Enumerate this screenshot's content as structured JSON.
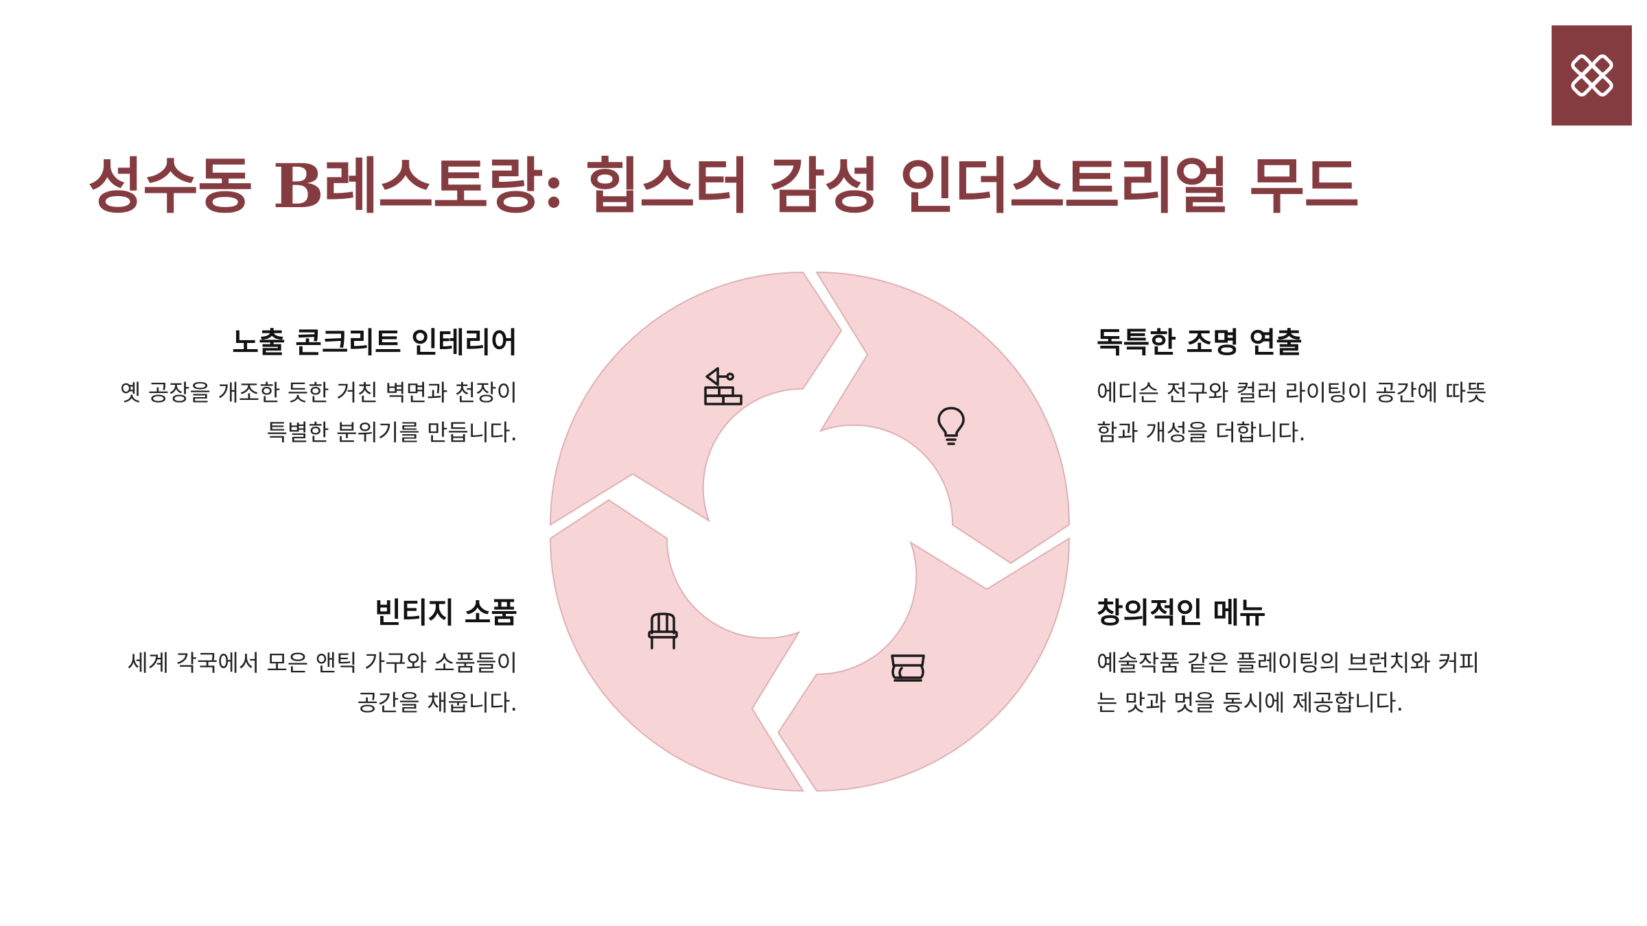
{
  "logo": {
    "icon": "knot-emblem-icon",
    "background": "#853c41"
  },
  "title": "성수동 B레스토랑: 힙스터 감성 인더스트리얼 무드",
  "colors": {
    "accent": "#853c41",
    "segment_fill": "#f7d4d6",
    "segment_stroke": "#dfb1b4"
  },
  "cycle": {
    "segments": [
      {
        "icon": "trowel-bricks-icon"
      },
      {
        "icon": "light-bulb-icon"
      },
      {
        "icon": "plated-dish-icon"
      },
      {
        "icon": "chair-icon"
      }
    ]
  },
  "features": {
    "top_left": {
      "heading": "노출 콘크리트 인테리어",
      "lines": [
        "옛 공장을 개조한 듯한 거친 벽면과 천장이",
        "특별한 분위기를 만듭니다."
      ]
    },
    "top_right": {
      "heading": "독특한 조명 연출",
      "lines": [
        "에디슨 전구와 컬러 라이팅이 공간에 따뜻",
        "함과 개성을 더합니다."
      ]
    },
    "bottom_left": {
      "heading": "빈티지 소품",
      "lines": [
        "세계 각국에서 모은 앤틱 가구와 소품들이",
        "공간을 채웁니다."
      ]
    },
    "bottom_right": {
      "heading": "창의적인 메뉴",
      "lines": [
        "예술작품 같은 플레이팅의 브런치와 커피",
        "는 맛과 멋을 동시에 제공합니다."
      ]
    }
  }
}
